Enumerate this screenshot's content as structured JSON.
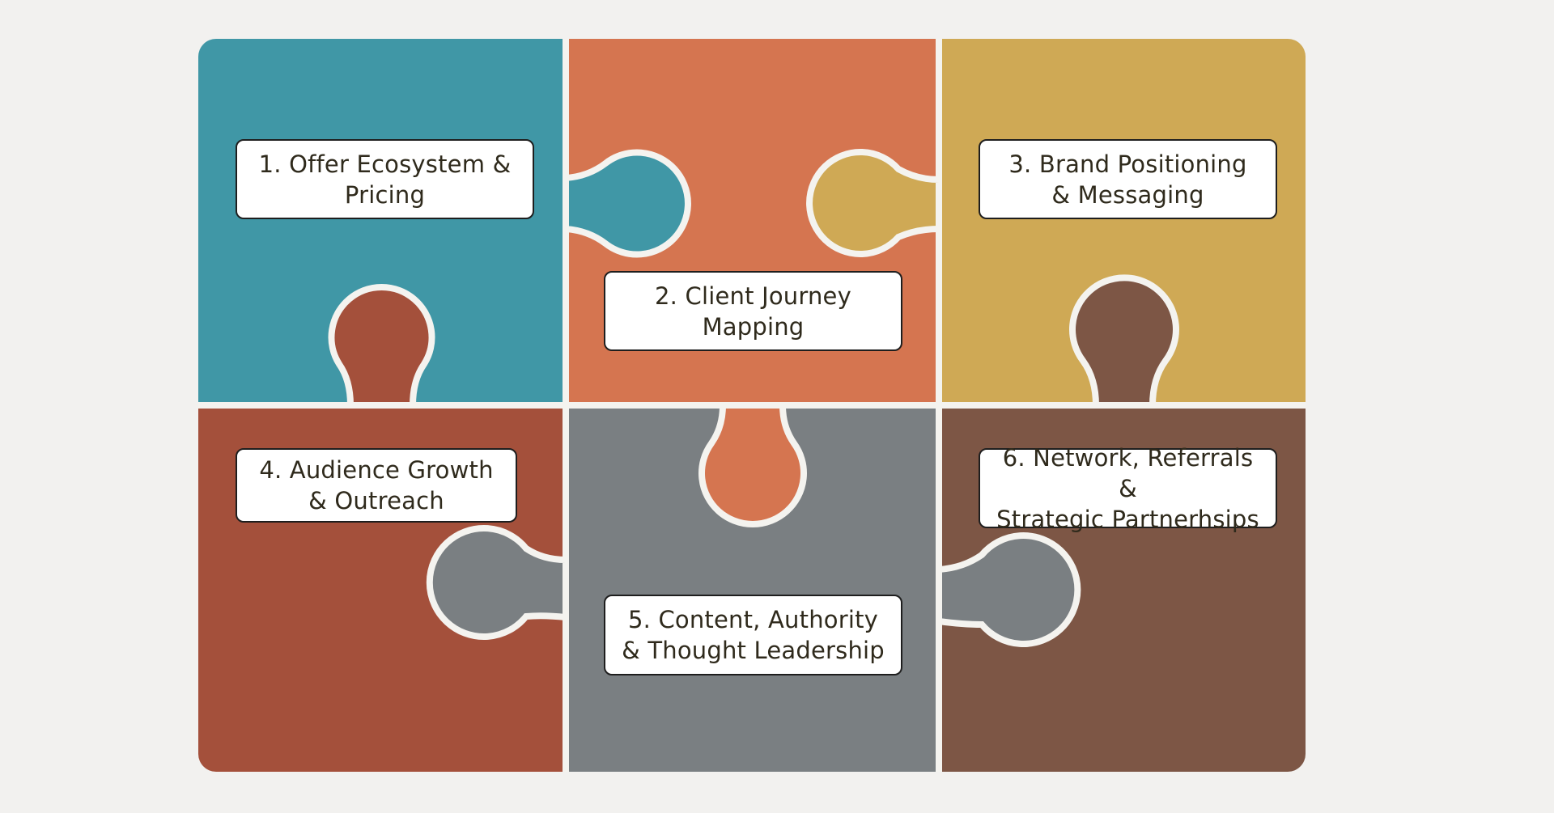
{
  "background_color": "#f2f1ef",
  "divider_color": "#f4f3ef",
  "pieces": [
    {
      "id": "1",
      "color": "#4097a6",
      "lines": [
        "1. Offer Ecosystem &",
        "Pricing"
      ]
    },
    {
      "id": "2",
      "color": "#d57550",
      "lines": [
        "2. Client Journey",
        "Mapping"
      ]
    },
    {
      "id": "3",
      "color": "#cfa955",
      "lines": [
        "3. Brand Positioning",
        "& Messaging"
      ]
    },
    {
      "id": "4",
      "color": "#a4503b",
      "lines": [
        "4. Audience Growth",
        "& Outreach"
      ]
    },
    {
      "id": "5",
      "color": "#7a7f82",
      "lines": [
        "5. Content, Authority",
        "& Thought Leadership"
      ]
    },
    {
      "id": "6",
      "color": "#7d5645",
      "lines": [
        "6. Network, Referrals &",
        "Strategic Partnerhsips"
      ]
    }
  ]
}
